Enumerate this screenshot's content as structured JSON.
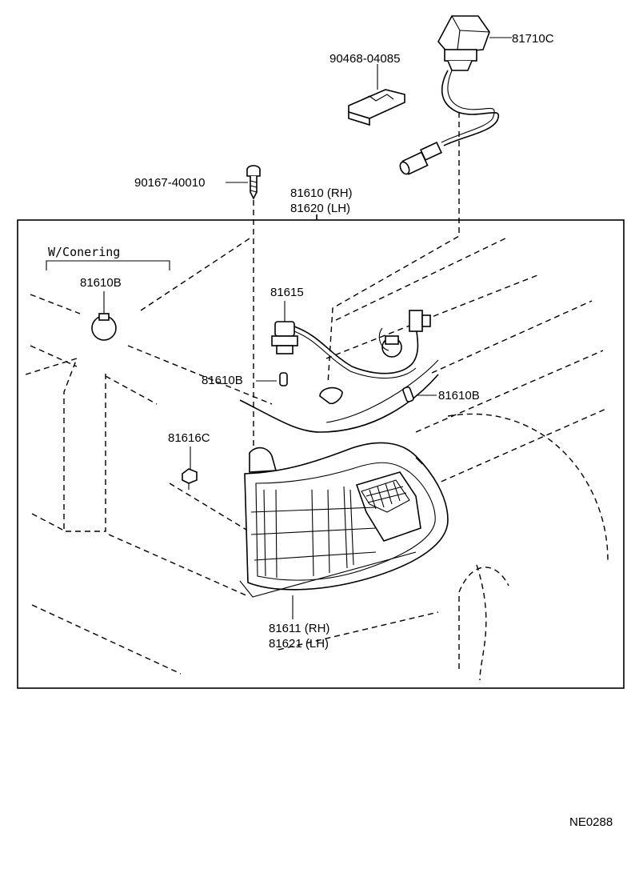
{
  "diagram": {
    "group_label": {
      "line1": "81610 (RH)",
      "line2": "81620 (LH)"
    },
    "variant_label": "W/Conering",
    "labels": {
      "bulb_socket_top": "81710C",
      "clip": "90468-04085",
      "screw": "90167-40010",
      "cornering_bulb": "81610B",
      "socket": "81615",
      "bulb_left": "81610B",
      "bulb_right": "81610B",
      "nut": "81616C",
      "lens": {
        "line1": "81611 (RH)",
        "line2": "81621 (LH)"
      }
    },
    "drawing_code": "NE0288"
  }
}
